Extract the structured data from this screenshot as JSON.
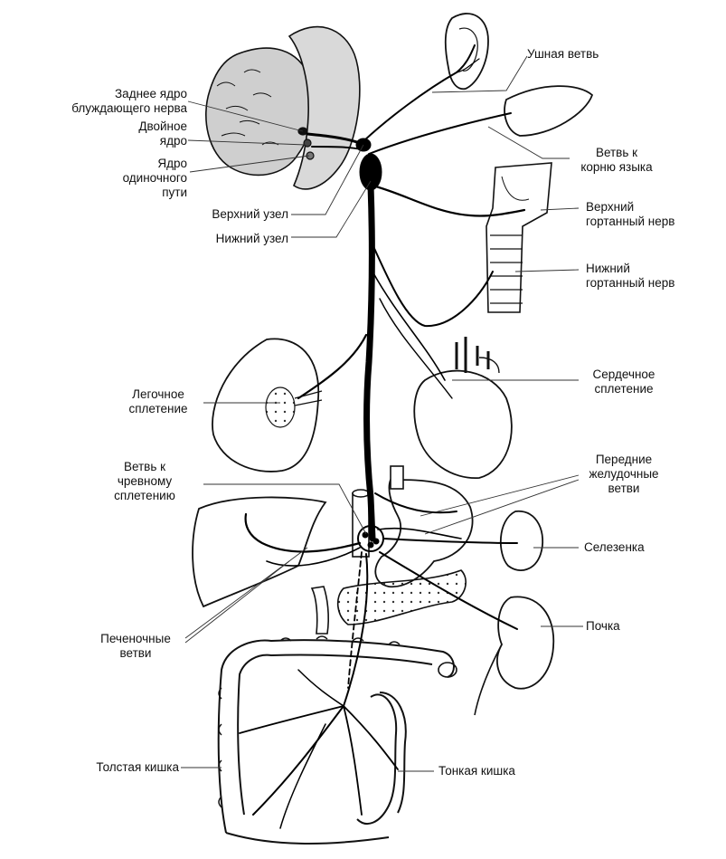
{
  "diagram": {
    "labels": {
      "ear_branch": "Ушная ветвь",
      "posterior_nucleus": "Заднее ядро\nблуждающего нерва",
      "nucleus_ambiguus": "Двойное\nядро",
      "solitary_nucleus": "Ядро\nодиночного\nпути",
      "superior_ganglion": "Верхний узел",
      "inferior_ganglion": "Нижний узел",
      "tongue_root_branch": "Ветвь к\nкорню языка",
      "superior_laryngeal": "Верхний\nгортанный нерв",
      "inferior_laryngeal": "Нижний\nгортанный нерв",
      "pulmonary_plexus": "Легочное\nсплетение",
      "cardiac_plexus": "Сердечное\nсплетение",
      "celiac_branch": "Ветвь к\nчревному\nсплетению",
      "gastric_branches": "Передние\nжелудочные\nветви",
      "spleen": "Селезенка",
      "hepatic_branches": "Печеночные\nветви",
      "kidney": "Почка",
      "large_intestine": "Толстая кишка",
      "small_intestine": "Тонкая кишка"
    },
    "colors": {
      "ink": "#111111",
      "organ_fill": "#ffffff",
      "brain_fill": "#c9c9c9",
      "nerve": "#000000"
    }
  }
}
